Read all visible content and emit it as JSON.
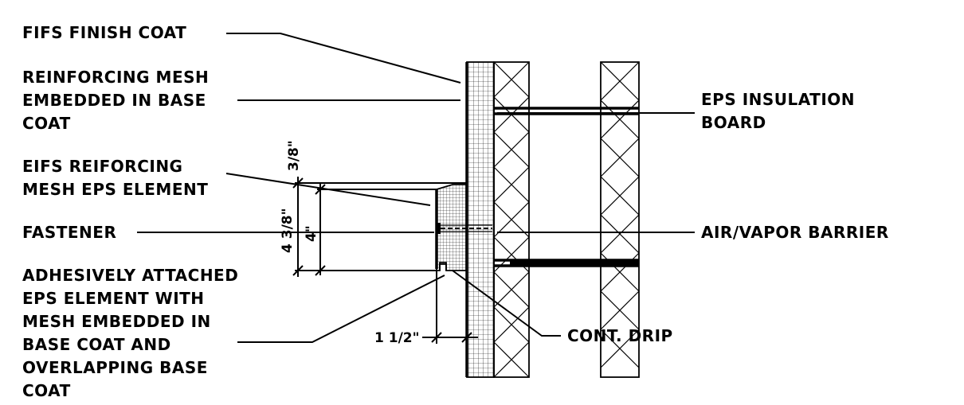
{
  "labels": {
    "fifs_finish_coat": "FIFS  FINISH COAT",
    "reinforcing_mesh": [
      "REINFORCING MESH",
      "EMBEDDED IN BASE",
      "COAT"
    ],
    "eifs_mesh_eps_element": [
      "EIFS REIFORCING",
      "MESH EPS ELEMENT"
    ],
    "fastener": "FASTENER",
    "adhesively_attached": [
      "ADHESIVELY ATTACHED",
      "EPS ELEMENT WITH",
      "MESH EMBEDDED IN",
      "BASE COAT AND",
      "OVERLAPPING BASE",
      "COAT"
    ],
    "eps_insulation_board": [
      "EPS INSULATION",
      "BOARD"
    ],
    "air_vapor_barrier": "AIR/VAPOR BARRIER",
    "cont_drip": "CONT. DRIP"
  },
  "dimensions": {
    "top_offset": "3/8\"",
    "overall_height": "4 3/8\"",
    "inner_height": "4\"",
    "projection": "1 1/2\""
  },
  "colors": {
    "ink": "#000000",
    "background": "#ffffff"
  }
}
